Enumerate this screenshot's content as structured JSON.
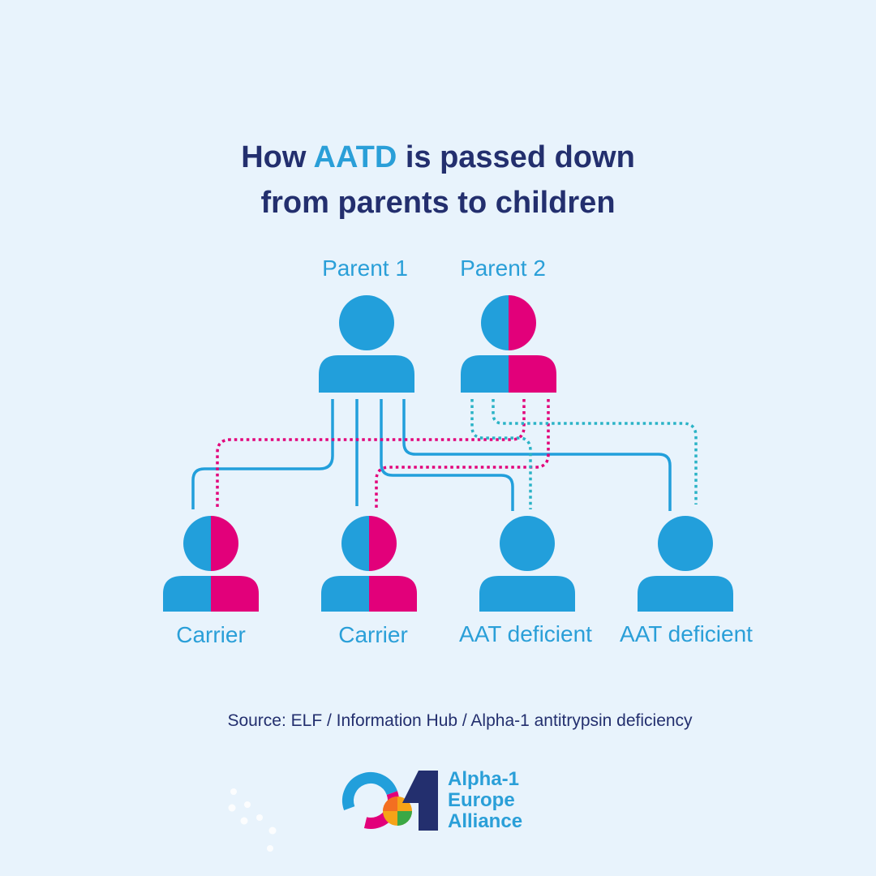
{
  "title": {
    "prefix": "How ",
    "accent": "AATD",
    "suffix": " is passed down",
    "line2": "from parents to children"
  },
  "parents": [
    {
      "label": "Parent 1",
      "type": "unaffected-icon"
    },
    {
      "label": "Parent 2",
      "type": "carrier-icon"
    }
  ],
  "children": [
    {
      "label": "Carrier",
      "type": "carrier-icon"
    },
    {
      "label": "Carrier",
      "type": "carrier-icon"
    },
    {
      "label": "AAT deficient",
      "type": "deficient-icon"
    },
    {
      "label": "AAT deficient",
      "type": "deficient-icon"
    }
  ],
  "source": "Source: ELF / Information Hub / Alpha-1 antitrypsin deficiency",
  "logo": {
    "line1": "Alpha-1",
    "line2": "Europe",
    "line3": "Alliance"
  },
  "colors": {
    "background": "#e8f3fc",
    "blue": "#229fdb",
    "magenta": "#e2007a",
    "teal": "#2ab3c6",
    "navy": "#232f6e"
  }
}
